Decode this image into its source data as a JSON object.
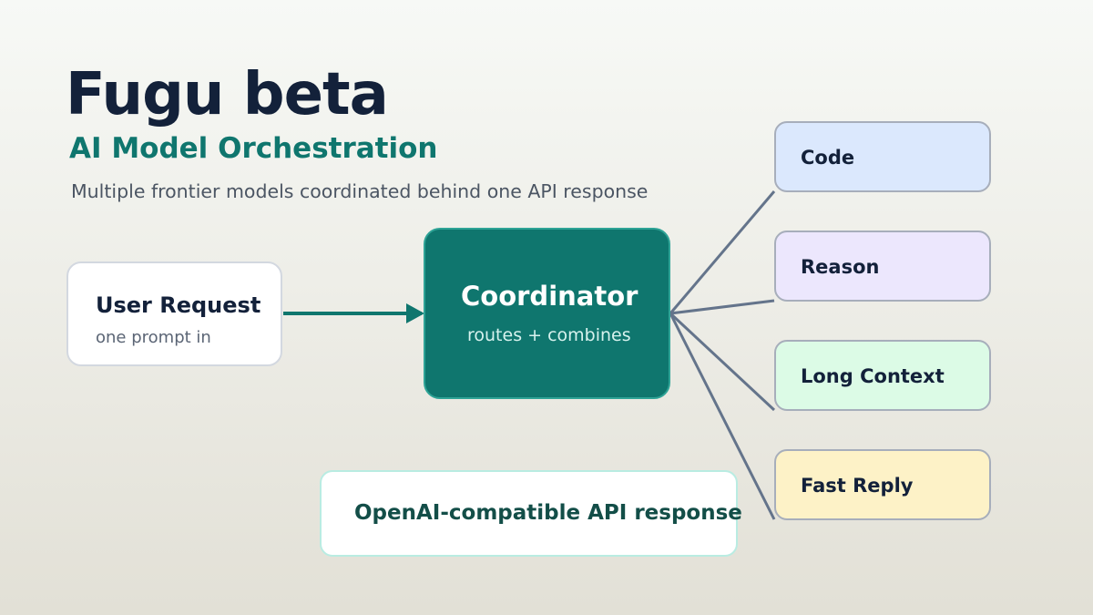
{
  "title": "Fugu beta",
  "subtitle": "AI Model Orchestration",
  "tagline": "Multiple frontier models coordinated behind one API response",
  "user_request": {
    "title": "User Request",
    "subtitle": "one prompt in"
  },
  "coordinator": {
    "title": "Coordinator",
    "subtitle": "routes + combines"
  },
  "models": [
    {
      "label": "Code",
      "color": "#dbe8fd"
    },
    {
      "label": "Reason",
      "color": "#ece7fd"
    },
    {
      "label": "Long Context",
      "color": "#dcfbe6"
    },
    {
      "label": "Fast Reply",
      "color": "#fdf2c7"
    }
  ],
  "output": {
    "label": "OpenAI-compatible API response"
  },
  "colors": {
    "teal": "#0f766e",
    "navy": "#13213a",
    "connector": "#64748b"
  }
}
